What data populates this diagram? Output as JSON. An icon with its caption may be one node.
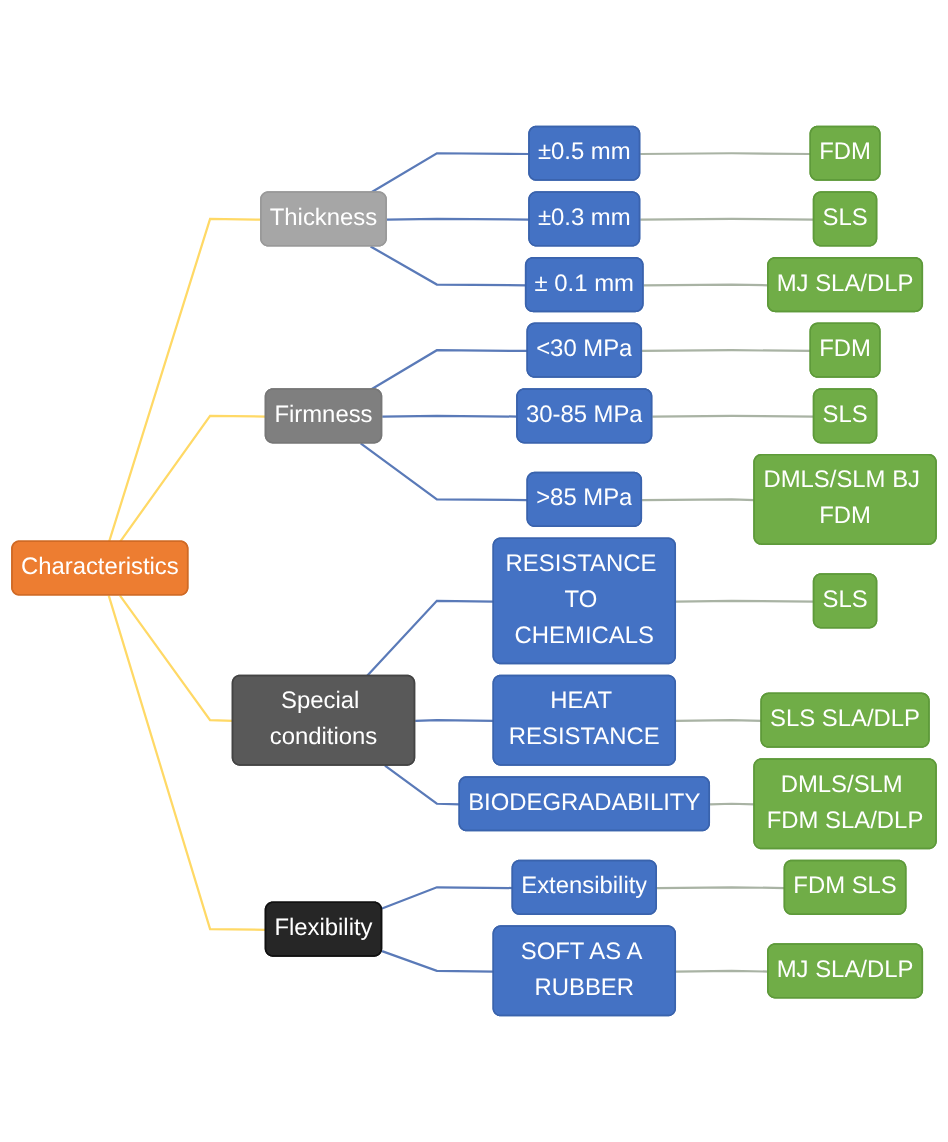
{
  "diagram": {
    "nodes": [
      {
        "text": [
          "Characteristics"
        ]
      },
      {
        "text": [
          "Thickness"
        ]
      },
      {
        "text": [
          "±0.5 mm"
        ]
      },
      {
        "text": [
          "FDM"
        ]
      },
      {
        "text": [
          "±0.3 mm"
        ]
      },
      {
        "text": [
          "SLS"
        ]
      },
      {
        "text": [
          "± 0.1 mm"
        ]
      },
      {
        "text": [
          "MJ SLA/DLP"
        ]
      },
      {
        "text": [
          "Firmness"
        ]
      },
      {
        "text": [
          "<30 MPa"
        ]
      },
      {
        "text": [
          "FDM"
        ]
      },
      {
        "text": [
          "30-85 MPa"
        ]
      },
      {
        "text": [
          "SLS"
        ]
      },
      {
        "text": [
          ">85 MPa"
        ]
      },
      {
        "text": [
          "DMLS/SLM BJ FDM"
        ]
      },
      {
        "text": [
          "Special conditions"
        ]
      },
      {
        "text": [
          "RESISTANCE TO CHEMICALS"
        ]
      },
      {
        "text": [
          "SLS"
        ]
      },
      {
        "text": [
          "HEAT RESISTANCE"
        ]
      },
      {
        "text": [
          "SLS SLA/DLP"
        ]
      },
      {
        "text": [
          "BIODEGRADABILITY"
        ]
      },
      {
        "text": [
          "DMLS/SLM FDM SLA/DLP"
        ]
      },
      {
        "text": [
          "Flexibility"
        ]
      },
      {
        "text": [
          "Extensibility"
        ]
      },
      {
        "text": [
          "FDM SLS"
        ]
      },
      {
        "text": [
          "SOFT AS A RUBBER"
        ]
      },
      {
        "text": [
          "MJ SLA/DLP"
        ]
      }
    ],
    "edges": [
      {
        "from": 0,
        "to": 1,
        "arrow": "none",
        "color": "#ffd966"
      },
      {
        "from": 0,
        "to": 8,
        "arrow": "none",
        "color": "#ffd966"
      },
      {
        "from": 0,
        "to": 15,
        "arrow": "none",
        "color": "#ffd966"
      },
      {
        "from": 0,
        "to": 22,
        "arrow": "none",
        "color": "#ffd966"
      },
      {
        "from": 1,
        "to": 2,
        "arrow": "none",
        "color": "#5a7ab8"
      },
      {
        "from": 1,
        "to": 4,
        "arrow": "none",
        "color": "#5a7ab8"
      },
      {
        "from": 1,
        "to": 6,
        "arrow": "none",
        "color": "#5a7ab8"
      },
      {
        "from": 8,
        "to": 9,
        "arrow": "none",
        "color": "#5a7ab8"
      },
      {
        "from": 8,
        "to": 11,
        "arrow": "none",
        "color": "#5a7ab8"
      },
      {
        "from": 8,
        "to": 13,
        "arrow": "none",
        "color": "#5a7ab8"
      },
      {
        "from": 15,
        "to": 16,
        "arrow": "none",
        "color": "#5a7ab8"
      },
      {
        "from": 15,
        "to": 18,
        "arrow": "none",
        "color": "#5a7ab8"
      },
      {
        "from": 15,
        "to": 20,
        "arrow": "none",
        "color": "#5a7ab8"
      },
      {
        "from": 22,
        "to": 23,
        "arrow": "none",
        "color": "#5a7ab8"
      },
      {
        "from": 22,
        "to": 25,
        "arrow": "none",
        "color": "#5a7ab8"
      },
      {
        "from": 2,
        "to": 3,
        "arrow": "none"
      },
      {
        "from": 4,
        "to": 5,
        "arrow": "none"
      },
      {
        "from": 6,
        "to": 7,
        "arrow": "none"
      },
      {
        "from": 9,
        "to": 10,
        "arrow": "none"
      },
      {
        "from": 11,
        "to": 12,
        "arrow": "none"
      },
      {
        "from": 13,
        "to": 14,
        "arrow": "none"
      },
      {
        "from": 16,
        "to": 17,
        "arrow": "none"
      },
      {
        "from": 18,
        "to": 19,
        "arrow": "none"
      },
      {
        "from": 20,
        "to": 21,
        "arrow": "none"
      },
      {
        "from": 23,
        "to": 24,
        "arrow": "none"
      },
      {
        "from": 25,
        "to": 26,
        "arrow": "none"
      }
    ]
  }
}
